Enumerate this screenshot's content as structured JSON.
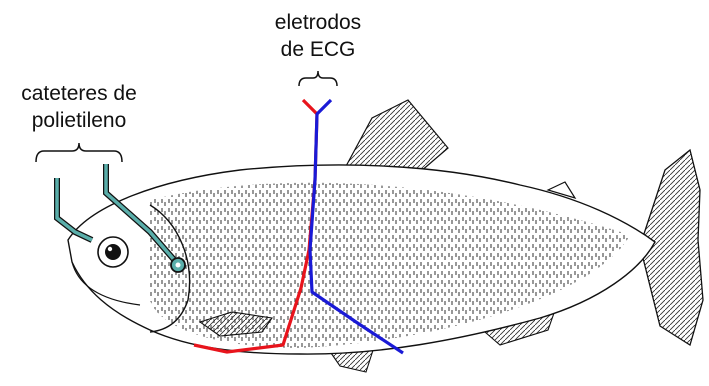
{
  "labels": {
    "ecg_line1": "eletrodos",
    "ecg_line2": "de ECG",
    "catheter_line1": "cateteres de",
    "catheter_line2": "polietileno"
  },
  "colors": {
    "ecg_red": "#e8141c",
    "ecg_blue": "#1a1ad6",
    "catheter": "#5aaeaa",
    "ink": "#111111"
  },
  "icons": {
    "fish": "fish-illustration",
    "brace": "curly-brace"
  }
}
